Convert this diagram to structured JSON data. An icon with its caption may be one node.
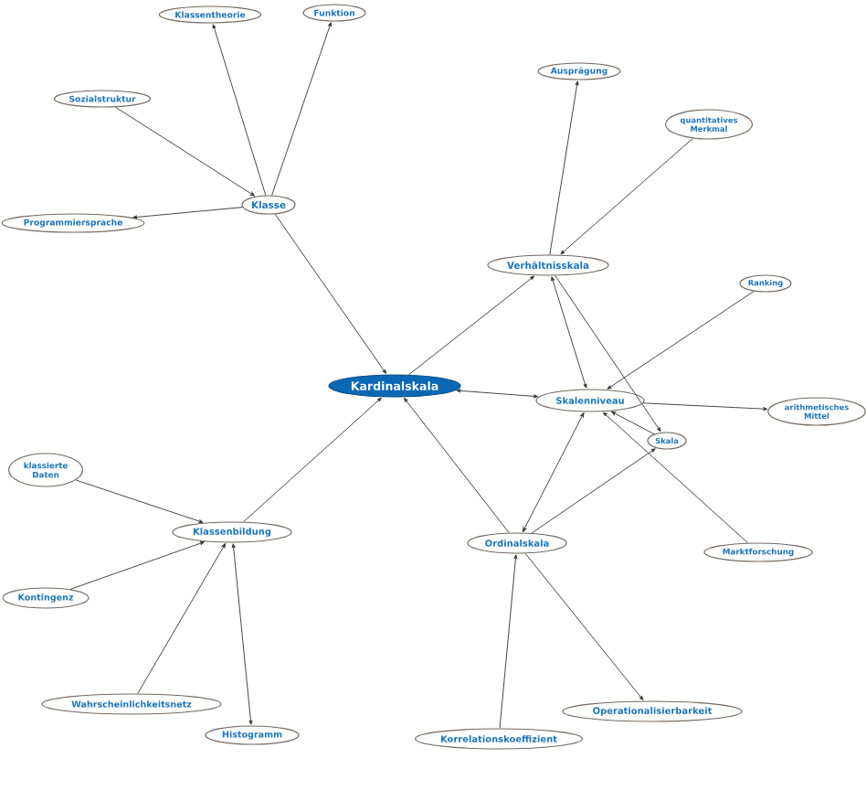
{
  "diagram": {
    "nodes": [
      {
        "text": [
          "Klassentheorie"
        ]
      },
      {
        "text": [
          "Funktion"
        ]
      },
      {
        "text": [
          "Ausprägung"
        ]
      },
      {
        "text": [
          "Sozialstruktur"
        ]
      },
      {
        "text": [
          "quantitatives Merkmal"
        ]
      },
      {
        "text": [
          "Klasse"
        ]
      },
      {
        "text": [
          "Programmiersprache"
        ]
      },
      {
        "text": [
          "Verhältnisskala"
        ]
      },
      {
        "text": [
          "Ranking"
        ]
      },
      {
        "text": [
          "Kardinalskala"
        ]
      },
      {
        "text": [
          "Skalenniveau"
        ]
      },
      {
        "text": [
          "arithmetisches Mittel"
        ]
      },
      {
        "text": [
          "Skala"
        ]
      },
      {
        "text": [
          "klassierte Daten"
        ]
      },
      {
        "text": [
          "Klassenbildung"
        ]
      },
      {
        "text": [
          "Ordinalskala"
        ]
      },
      {
        "text": [
          "Marktforschung"
        ]
      },
      {
        "text": [
          "Kontingenz"
        ]
      },
      {
        "text": [
          "Wahrscheinlichkeitsnetz"
        ]
      },
      {
        "text": [
          "Operationalisierbarkeit"
        ]
      },
      {
        "text": [
          "Histogramm"
        ]
      },
      {
        "text": [
          "Korrelationskoeffizient"
        ]
      }
    ],
    "edges": [
      {
        "from": 5,
        "to": 0,
        "arrow": "to"
      },
      {
        "from": 5,
        "to": 1,
        "arrow": "to"
      },
      {
        "from": 3,
        "to": 5,
        "arrow": "to"
      },
      {
        "from": 5,
        "to": 6,
        "arrow": "to"
      },
      {
        "from": 5,
        "to": 9,
        "arrow": "to"
      },
      {
        "from": 9,
        "to": 7,
        "arrow": "to"
      },
      {
        "from": 7,
        "to": 2,
        "arrow": "to"
      },
      {
        "from": 4,
        "to": 7,
        "arrow": "to"
      },
      {
        "from": 7,
        "to": 10,
        "arrow": "both"
      },
      {
        "from": 7,
        "to": 12,
        "arrow": "to"
      },
      {
        "from": 8,
        "to": 10,
        "arrow": "to"
      },
      {
        "from": 9,
        "to": 10,
        "arrow": "both"
      },
      {
        "from": 10,
        "to": 11,
        "arrow": "to"
      },
      {
        "from": 12,
        "to": 10,
        "arrow": "to"
      },
      {
        "from": 16,
        "to": 10,
        "arrow": "to"
      },
      {
        "from": 15,
        "to": 10,
        "arrow": "both"
      },
      {
        "from": 15,
        "to": 12,
        "arrow": "to"
      },
      {
        "from": 15,
        "to": 9,
        "arrow": "to"
      },
      {
        "from": 15,
        "to": 19,
        "arrow": "to"
      },
      {
        "from": 21,
        "to": 15,
        "arrow": "to"
      },
      {
        "from": 14,
        "to": 9,
        "arrow": "to"
      },
      {
        "from": 13,
        "to": 14,
        "arrow": "to"
      },
      {
        "from": 17,
        "to": 14,
        "arrow": "to"
      },
      {
        "from": 18,
        "to": 14,
        "arrow": "to"
      },
      {
        "from": 14,
        "to": 20,
        "arrow": "both"
      }
    ]
  }
}
